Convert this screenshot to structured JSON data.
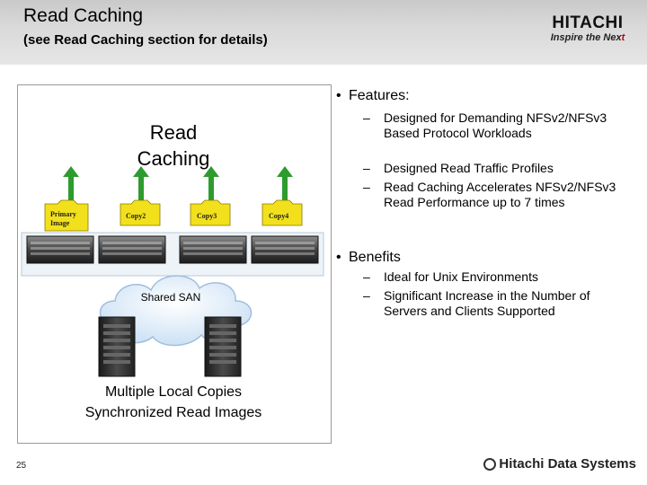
{
  "slide": {
    "title": "Read Caching",
    "subtitle": "(see Read Caching section for details)",
    "page_number": "25"
  },
  "logo": {
    "word": "HITACHI",
    "tagline_start": "Inspire the Nex",
    "tagline_end": "t"
  },
  "diagram": {
    "title_line1": "Read",
    "title_line2": "Caching",
    "folders": [
      "Primary\nImage",
      "Copy2",
      "Copy3",
      "Copy4"
    ],
    "cloud_label": "Shared SAN",
    "caption_line1": "Multiple Local Copies",
    "caption_line2": "Synchronized Read Images"
  },
  "features": {
    "heading": "Features:",
    "items": [
      "Designed for Demanding NFSv2/NFSv3 Based Protocol Workloads",
      "Designed Read Traffic Profiles",
      "Read Caching Accelerates NFSv2/NFSv3 Read Performance up to 7 times"
    ]
  },
  "benefits": {
    "heading": "Benefits",
    "items": [
      "Ideal for Unix Environments",
      "Significant Increase in the Number of Servers and Clients Supported"
    ]
  },
  "footer": {
    "brand": "Hitachi Data Systems"
  },
  "colors": {
    "arrow_green": "#2e9b2e",
    "folder_yellow": "#f2e01c",
    "cloud_blue": "#d3e6f7"
  }
}
